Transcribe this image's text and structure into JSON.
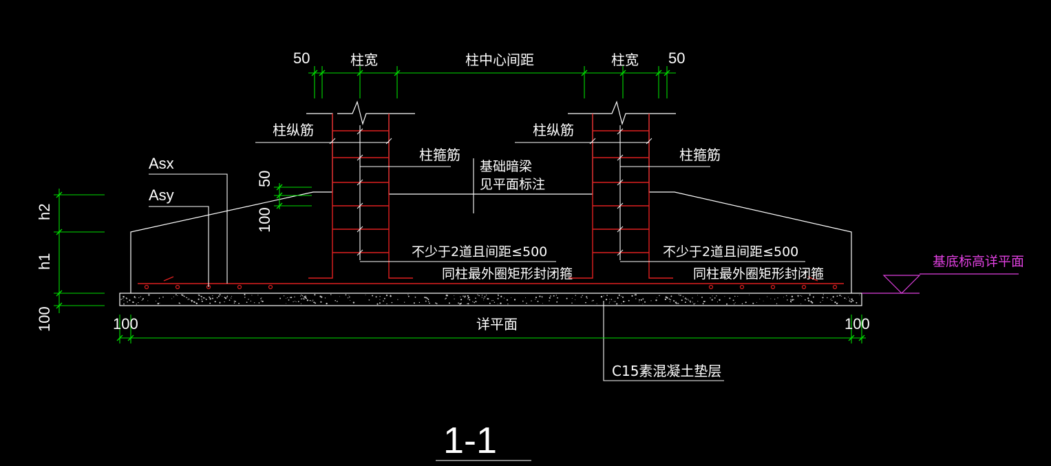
{
  "drawing": {
    "background": "#000000",
    "colors": {
      "outline": "#ffffff",
      "rebar": "#e02020",
      "dimension": "#00e000",
      "datum": "#e040e0"
    },
    "title": "1-1",
    "labels": {
      "dim_50": "50",
      "dim_100": "100",
      "column_width": "柱宽",
      "column_spacing": "柱中心间距",
      "column_long_bar": "柱纵筋",
      "column_stirrup": "柱箍筋",
      "asx": "Asx",
      "asy": "Asy",
      "hidden_beam_line1": "基础暗梁",
      "hidden_beam_line2": "见平面标注",
      "stirrup_note_line1": "不少于2道且间距≤500",
      "stirrup_note_line2": "同柱最外圈矩形封闭箍",
      "base_elevation": "基底标高详平面",
      "detail_plan": "详平面",
      "cushion": "C15素混凝土垫层",
      "h1": "h1",
      "h2": "h2"
    }
  }
}
